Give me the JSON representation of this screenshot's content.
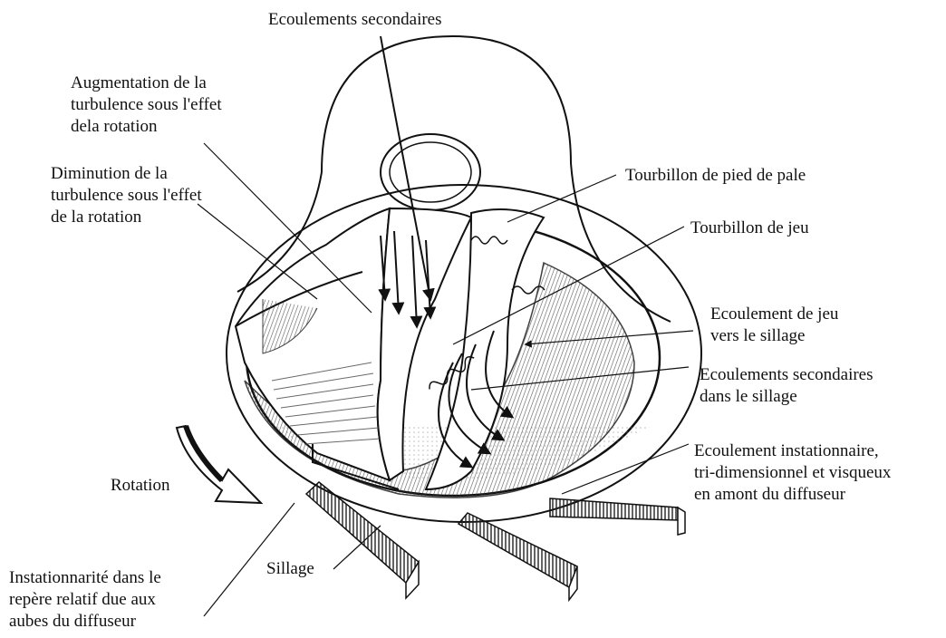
{
  "labels": {
    "secondary_flows": "Ecoulements secondaires",
    "turb_increase": [
      "Augmentation de la",
      "turbulence sous l'effet",
      "dela rotation"
    ],
    "turb_decrease": [
      "Diminution de la",
      "turbulence sous l'effet",
      "de la rotation"
    ],
    "hub_vortex": "Tourbillon de pied de pale",
    "tip_vortex": "Tourbillon de jeu",
    "tip_leakage": [
      "Ecoulement de jeu",
      "vers le sillage"
    ],
    "wake_secondary": [
      "Ecoulements secondaires",
      "dans le sillage"
    ],
    "unsteady_flow": [
      "Ecoulement instationnaire,",
      "tri-dimensionnel et visqueux",
      "en amont du diffuseur"
    ],
    "rotation": "Rotation",
    "wake": "Sillage",
    "relative_unsteadiness": [
      "Instationnarité dans le",
      "repère relatif due aux",
      "aubes du diffuseur"
    ]
  }
}
